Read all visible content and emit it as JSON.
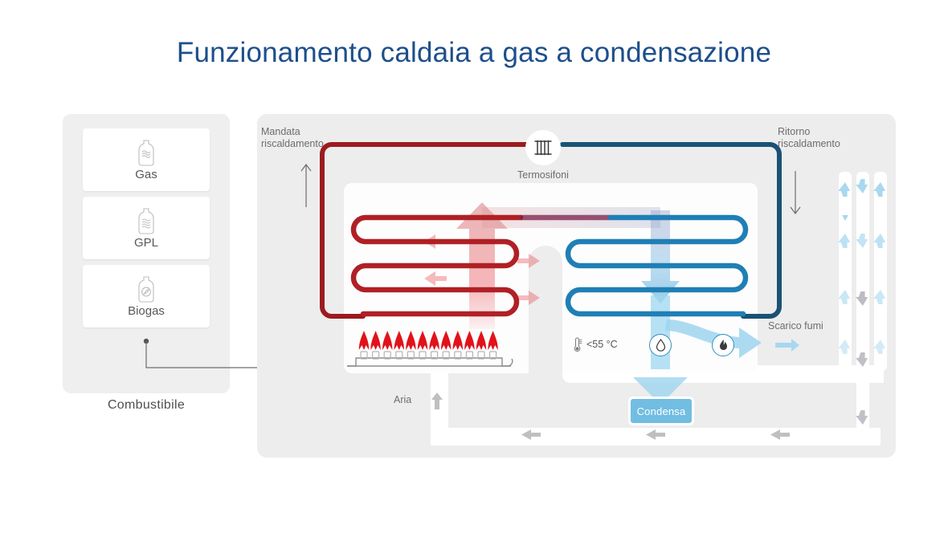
{
  "page": {
    "title": "Funzionamento caldaia a gas a condensazione",
    "title_color": "#1d4f8c",
    "background": "#ffffff"
  },
  "fuel_panel": {
    "caption": "Combustibile",
    "panel_color": "#efefef",
    "items": [
      {
        "label": "Gas",
        "icon": "gas-bottle-icon"
      },
      {
        "label": "GPL",
        "icon": "lpg-bottle-icon"
      },
      {
        "label": "Biogas",
        "icon": "biogas-bottle-icon"
      }
    ]
  },
  "diagram": {
    "labels": {
      "mandata": "Mandata\nriscaldamento",
      "ritorno": "Ritorno\nriscaldamento",
      "termosifoni": "Termosifoni",
      "scarico_fumi": "Scarico fumi",
      "aria": "Aria",
      "temperature": "<55 °C",
      "condensa": "Condensa"
    },
    "icons": {
      "radiator": "radiator-icon",
      "thermometer": "thermometer-icon",
      "water_drop": "water-drop-icon",
      "flame": "flame-icon",
      "arrow_up": "arrow-up-icon",
      "arrow_down": "arrow-down-icon",
      "arrow_left": "arrow-left-icon",
      "arrow_right": "arrow-right-icon"
    },
    "colors": {
      "flow_hot": "#9b1b1e",
      "flow_hot_light": "#c0282b",
      "flow_cold": "#1a5276",
      "flow_cold_light": "#1f7fb5",
      "condensate": "#72bde2",
      "air_arrow": "#a9d8ef",
      "exhaust_arrow": "#b3b0b8",
      "panel": "#ededed",
      "body": "#fdfdfd",
      "flame_red": "#e2121b",
      "text": "#6d6d6f"
    },
    "burner": {
      "flame_count": 12,
      "name": "gas-burner"
    },
    "heat_exchanger_primary": {
      "coil_passes": 4,
      "color": "#9b1b1e"
    },
    "heat_exchanger_condensing": {
      "coil_passes": 4,
      "color": "#1f7fb5"
    },
    "flue": {
      "channels": 3,
      "air_arrows_up": 4,
      "exhaust_arrows_down": 4
    },
    "bottom_arrows": 3
  }
}
